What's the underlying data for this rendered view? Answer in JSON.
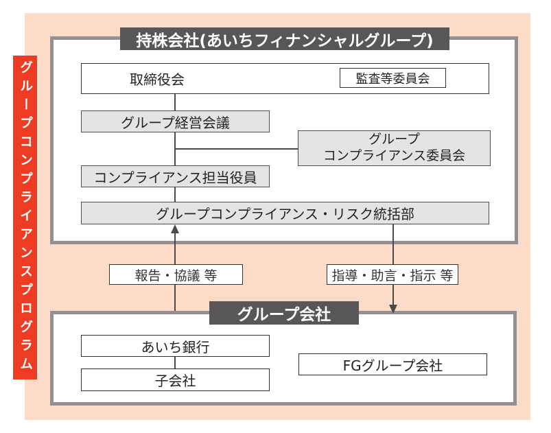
{
  "banner": {
    "label": "グループコンプライアンスプログラム",
    "color": "#ee3b24"
  },
  "holding": {
    "title": "持株会社(あいちフィナンシャルグループ)",
    "board": "取締役会",
    "audit_committee": "監査等委員会",
    "management_meeting": "グループ経営会議",
    "compliance_committee_line1": "グループ",
    "compliance_committee_line2": "コンプライアンス委員会",
    "compliance_officer": "コンプライアンス担当役員",
    "risk_dept": "グループコンプライアンス・リスク統括部"
  },
  "flows": {
    "report": "報告・協議 等",
    "guidance": "指導・助言・指示 等",
    "up_arrow_icon": "↑",
    "down_arrow_icon": "↓"
  },
  "group": {
    "title": "グループ会社",
    "bank": "あいち銀行",
    "subsidiaries": "子会社",
    "fg_companies": "FGグループ会社"
  },
  "colors": {
    "background": "#fcdcc8",
    "banner_red": "#ee3b24",
    "header_gray": "#595659",
    "container_border": "#958f93",
    "gray_node_fill": "#e4e4e4"
  }
}
